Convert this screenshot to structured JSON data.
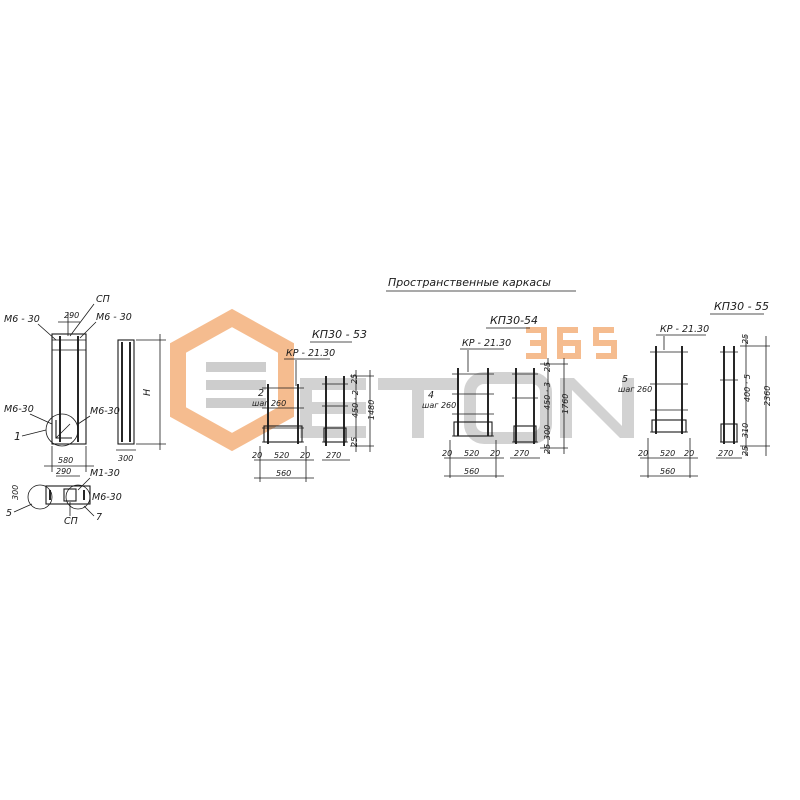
{
  "title": "Пространственные каркасы",
  "watermark": {
    "brand": "ETON",
    "number": "365",
    "orange": "#f2a66a",
    "grey": "#bdbdbd"
  },
  "left_detail": {
    "labels": {
      "m6_30_top": "М6 - 30",
      "dim_290_top": "290",
      "sp_top": "СП",
      "m6_30_right": "М6 - 30",
      "m6_30_mid_left": "М6-30",
      "m6_30_mid_right": "М6-30",
      "callout_1": "1",
      "dim_h": "H",
      "dim_300_side": "300",
      "dim_580": "580",
      "dim_290_bottom": "290",
      "m1_30": "М1-30",
      "dim_300_plan": "300",
      "callout_5": "5",
      "m6_30_plan": "М6-30",
      "callout_7": "7",
      "sp_bottom": "СП"
    }
  },
  "frames": [
    {
      "id": "kp30-53",
      "mark": "КП30 - 53",
      "rebar": "КР - 21.30",
      "count": "2",
      "step": "шаг 260",
      "front_dims": [
        "20",
        "520",
        "20"
      ],
      "front_width": "560",
      "side_width": "270",
      "height": "1480",
      "vert_dims": [
        "25",
        "450 · 2",
        "25"
      ]
    },
    {
      "id": "kp30-54",
      "mark": "КП30-54",
      "rebar": "КР - 21.30",
      "count": "4",
      "step": "шаг 260",
      "front_dims": [
        "20",
        "520",
        "20"
      ],
      "front_width": "560",
      "side_width": "270",
      "height": "1760",
      "vert_dims": [
        "25",
        "450 · 3",
        "300",
        "25"
      ]
    },
    {
      "id": "kp30-55",
      "mark": "КП30 - 55",
      "rebar": "КР - 21.30",
      "count": "5",
      "step": "шаг 260",
      "front_dims": [
        "20",
        "520",
        "20"
      ],
      "front_width": "560",
      "side_width": "270",
      "height": "2360",
      "vert_dims": [
        "25",
        "400 · 5",
        "310",
        "25"
      ]
    }
  ]
}
